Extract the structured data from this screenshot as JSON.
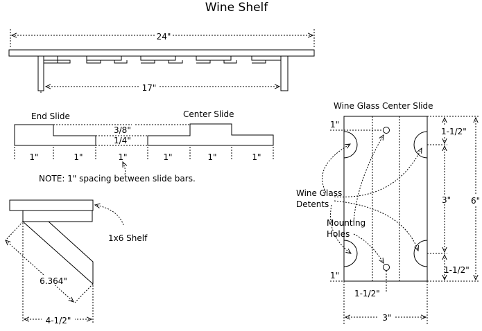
{
  "title": "Wine Shelf",
  "top_view": {
    "overall_width": "24\"",
    "leg_spacing": "17\""
  },
  "slides": {
    "end_slide_label": "End Slide",
    "center_slide_label": "Center Slide",
    "height_upper": "3/8\"",
    "height_lower": "1/4\"",
    "segment_widths": [
      "1\"",
      "1\"",
      "1\"",
      "1\"",
      "1\"",
      "1\""
    ],
    "note": "NOTE: 1\" spacing between slide bars."
  },
  "bracket": {
    "shelf_label": "1x6 Shelf",
    "diagonal": "6.364\"",
    "base": "4-1/2\""
  },
  "center_slide": {
    "title": "Wine Glass Center Slide",
    "detents_label": [
      "Wine Glass",
      "Detents"
    ],
    "holes_label": [
      "Mounting",
      "Holes"
    ],
    "top_offset": "1\"",
    "bottom_offset": "1\"",
    "upper_right": "1-1/2\"",
    "lower_right": "1-1/2\"",
    "middle": "3\"",
    "total_height": "6\"",
    "hole_offset": "1-1/2\"",
    "width": "3\""
  }
}
